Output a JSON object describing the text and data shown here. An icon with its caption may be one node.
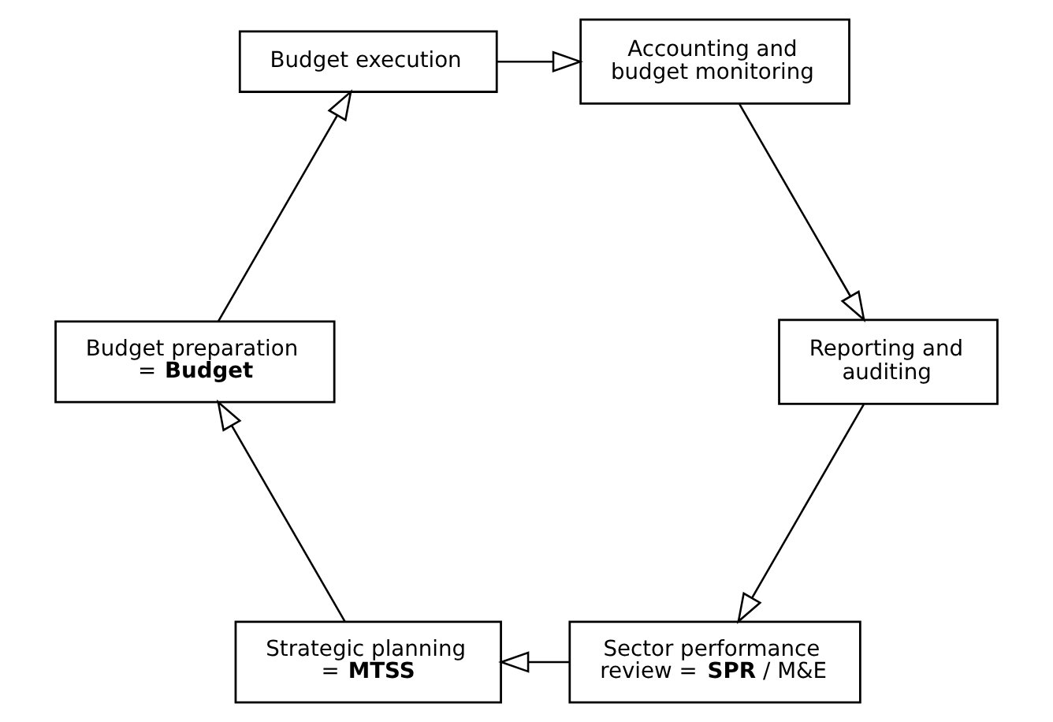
{
  "diagram": {
    "nodes": [
      {
        "text": [
          "Sector performance review = **SPR** / M&E"
        ]
      },
      {
        "text": [
          "Strategic planning = **MTSS**"
        ]
      },
      {
        "text": [
          "Budget preparation = **Budget**"
        ]
      },
      {
        "text": [
          "Budget execution"
        ]
      },
      {
        "text": [
          "Accounting and budget monitoring"
        ]
      },
      {
        "text": [
          "Reporting and auditing"
        ]
      }
    ],
    "edges": [
      {
        "from": 0,
        "to": 1,
        "arrow": "to"
      },
      {
        "from": 1,
        "to": 2,
        "arrow": "to"
      },
      {
        "from": 2,
        "to": 3,
        "arrow": "to"
      },
      {
        "from": 3,
        "to": 4,
        "arrow": "to"
      },
      {
        "from": 4,
        "to": 5,
        "arrow": "to"
      },
      {
        "from": 5,
        "to": 0,
        "arrow": "to"
      }
    ]
  }
}
